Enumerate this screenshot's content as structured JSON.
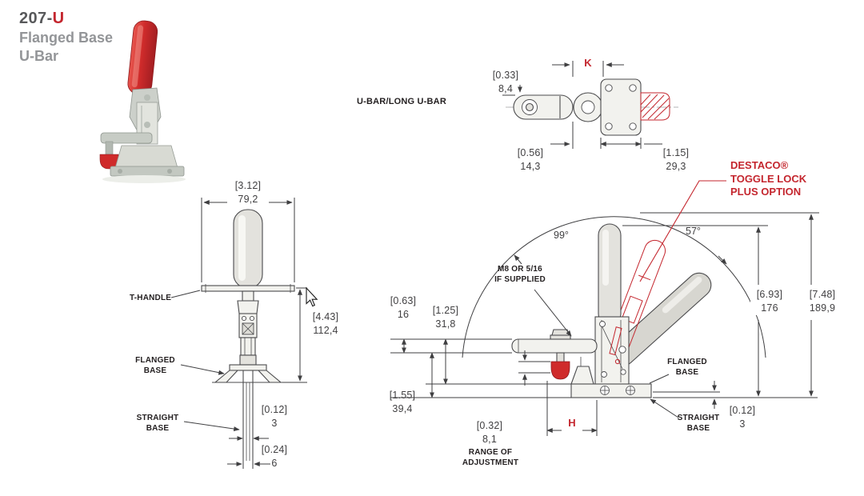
{
  "header": {
    "model_prefix": "207-",
    "model_suffix": "U",
    "subtitle_line1": "Flanged Base",
    "subtitle_line2": "U-Bar"
  },
  "top_view": {
    "label": "U-BAR/LONG U-BAR",
    "k_label": "K",
    "dim_arm_thickness": {
      "in": "[0.33]",
      "mm": "8,4"
    },
    "dim_offset": {
      "in": "[0.56]",
      "mm": "14,3"
    },
    "dim_base_width": {
      "in": "[1.15]",
      "mm": "29,3"
    }
  },
  "toggle_note": {
    "line1": "DESTACO®",
    "line2": "TOGGLE LOCK",
    "line3": "PLUS OPTION"
  },
  "front_view": {
    "dim_handle_width": {
      "in": "[3.12]",
      "mm": "79,2"
    },
    "t_handle_label": "T-HANDLE",
    "dim_height": {
      "in": "[4.43]",
      "mm": "112,4"
    },
    "flanged_base": {
      "line1": "FLANGED",
      "line2": "BASE"
    },
    "straight_base": {
      "line1": "STRAIGHT",
      "line2": "BASE"
    },
    "dim_stem": {
      "in": "[0.12]",
      "mm": "3"
    },
    "dim_stem_outer": {
      "in": "[0.24]",
      "mm": "6"
    }
  },
  "side_view": {
    "angle_open": "99°",
    "angle_locked": "57°",
    "spindle_note": {
      "line1": "M8 OR 5/16",
      "line2": "IF SUPPLIED"
    },
    "dim_arm_to_tip": {
      "in": "[0.63]",
      "mm": "16"
    },
    "dim_arm_to_base": {
      "in": "[1.25]",
      "mm": "31,8"
    },
    "dim_arm_to_bottom": {
      "in": "[1.55]",
      "mm": "39,4"
    },
    "dim_adjust": {
      "in": "[0.32]",
      "mm": "8,1"
    },
    "range_note": {
      "line1": "RANGE OF",
      "line2": "ADJUSTMENT"
    },
    "h_label": "H",
    "flanged_base": {
      "line1": "FLANGED",
      "line2": "BASE"
    },
    "straight_base": {
      "line1": "STRAIGHT",
      "line2": "BASE"
    },
    "dim_base_thickness": {
      "in": "[0.12]",
      "mm": "3"
    },
    "dim_height_open": {
      "in": "[6.93]",
      "mm": "176"
    },
    "dim_height_total": {
      "in": "[7.48]",
      "mm": "189,9"
    }
  }
}
